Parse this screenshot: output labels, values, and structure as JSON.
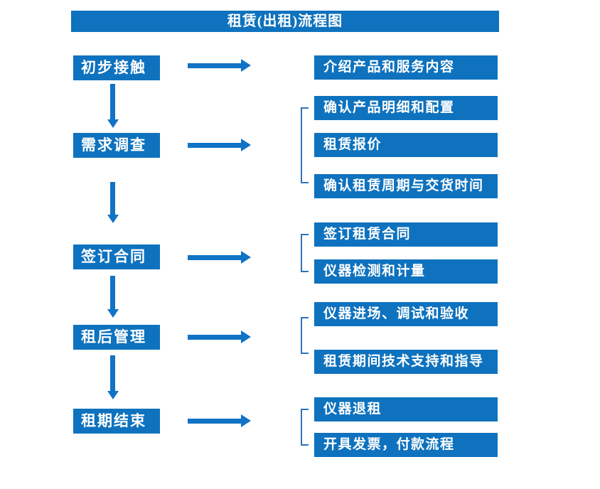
{
  "title": "租赁(出租)流程图",
  "colors": {
    "box_blue": "#0E72BE",
    "arrow_blue": "#1173C5",
    "bracket_blue": "#2E75B6",
    "text_white": "#FFFFFF"
  },
  "steps": [
    {
      "label": "初步接触",
      "details": [
        "介绍产品和服务内容"
      ]
    },
    {
      "label": "需求调查",
      "details": [
        "确认产品明细和配置",
        "租赁报价",
        "确认租赁周期与交货时间"
      ]
    },
    {
      "label": "签订合同",
      "details": [
        "签订租赁合同",
        "仪器检测和计量"
      ]
    },
    {
      "label": "租后管理",
      "details": [
        "仪器进场、调试和验收",
        "租赁期间技术支持和指导"
      ]
    },
    {
      "label": "租期结束",
      "details": [
        "仪器退租",
        "开具发票，付款流程"
      ]
    }
  ]
}
